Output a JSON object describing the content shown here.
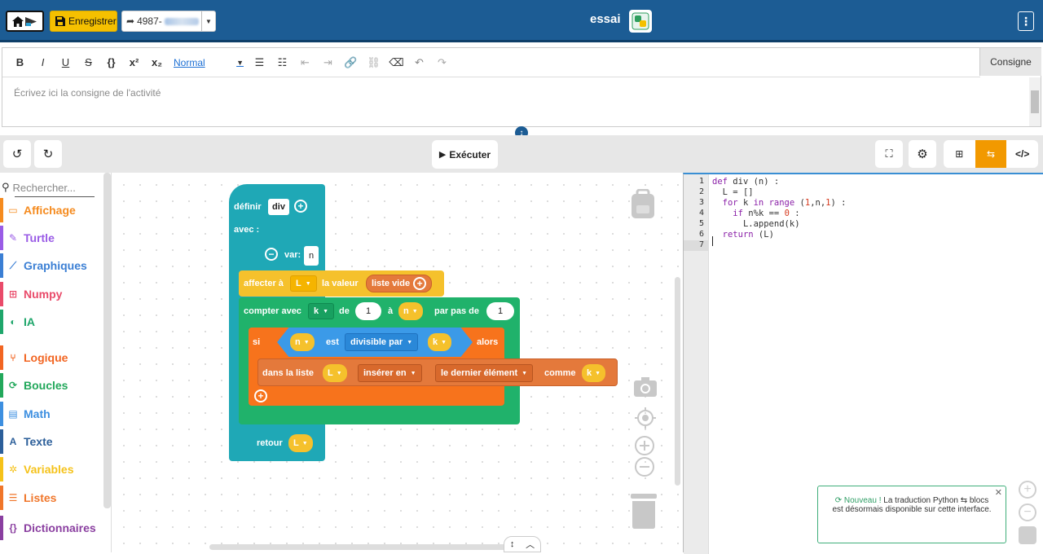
{
  "topbar": {
    "save_label": "Enregistrer",
    "share_code": "4987-",
    "project_title": "essai"
  },
  "editor": {
    "toolbar": [
      "B",
      "I",
      "U",
      "S",
      "{}",
      "x²",
      "x₂"
    ],
    "style_select": "Normal",
    "consigne_tab": "Consigne",
    "placeholder": "Écrivez ici la consigne de l'activité"
  },
  "runbar": {
    "execute_label": "Exécuter"
  },
  "toolbox": {
    "search_placeholder": "Rechercher...",
    "categories": [
      {
        "label": "Affichage",
        "color": "#f58b1f",
        "icon": "monitor-icon"
      },
      {
        "label": "Turtle",
        "color": "#9a5ce6",
        "icon": "pen-icon"
      },
      {
        "label": "Graphiques",
        "color": "#3b7fd4",
        "icon": "chart-icon"
      },
      {
        "label": "Numpy",
        "color": "#e94b6a",
        "icon": "table-icon"
      },
      {
        "label": "IA",
        "color": "#1fa66b",
        "icon": "brain-icon"
      },
      {
        "label": "Logique",
        "color": "#f26522",
        "icon": "branch-icon"
      },
      {
        "label": "Boucles",
        "color": "#22a85b",
        "icon": "loop-icon"
      },
      {
        "label": "Math",
        "color": "#3d8fe0",
        "icon": "calculator-icon"
      },
      {
        "label": "Texte",
        "color": "#2c5f9a",
        "icon": "text-icon"
      },
      {
        "label": "Variables",
        "color": "#f5c21a",
        "icon": "gear-icon"
      },
      {
        "label": "Listes",
        "color": "#f0762a",
        "icon": "list-icon"
      },
      {
        "label": "Dictionnaires",
        "color": "#8a3fa0",
        "icon": "braces-icon"
      }
    ]
  },
  "blocks": {
    "def_label": "définir",
    "func_name": "div",
    "with_label": "avec :",
    "var_label": "var:",
    "var_name": "n",
    "assign_label": "affecter à",
    "assign_var": "L",
    "assign_value_label": "la valeur",
    "empty_list": "liste vide",
    "count_label": "compter avec",
    "count_var": "k",
    "from_label": "de",
    "from_value": "1",
    "to_label": "à",
    "to_var": "n",
    "step_label": "par pas de",
    "step_value": "1",
    "if_label": "si",
    "cond_left": "n",
    "cond_op_label": "est",
    "cond_op": "divisible par",
    "cond_right": "k",
    "then_label": "alors",
    "inlist_label": "dans la liste",
    "inlist_var": "L",
    "insert_mode": "insérer en",
    "insert_pos": "le dernier élément",
    "as_label": "comme",
    "as_var": "k",
    "return_label": "retour",
    "return_var": "L"
  },
  "code": {
    "line_numbers": [
      "1",
      "2",
      "3",
      "4",
      "5",
      "6",
      "7"
    ],
    "lines": [
      "def div (n) :",
      "  L = []",
      "  for k in range (1,n,1) :",
      "    if n%k == 0 :",
      "      L.append(k)",
      "  return (L)",
      ""
    ]
  },
  "notification": {
    "new_label": "Nouveau !",
    "message": "La traduction Python ⇆ blocs est désormais disponible sur cette interface."
  }
}
